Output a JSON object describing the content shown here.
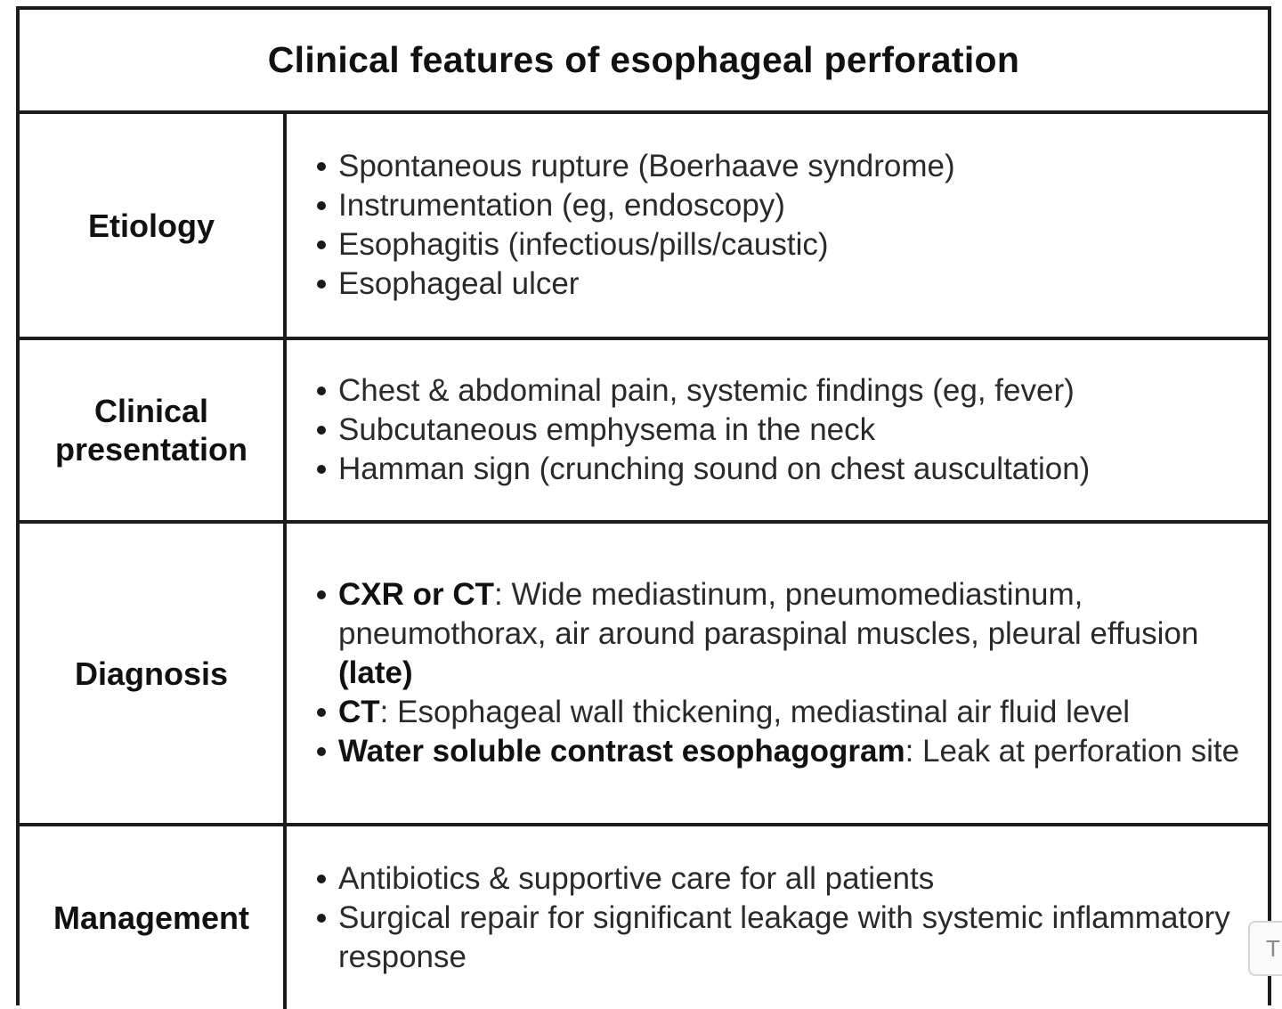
{
  "title": "Clinical features of esophageal perforation",
  "rows": [
    {
      "label": "Etiology",
      "items": [
        {
          "text": "Spontaneous rupture (Boerhaave syndrome)"
        },
        {
          "text": "Instrumentation (eg, endoscopy)"
        },
        {
          "text": "Esophagitis (infectious/pills/caustic)"
        },
        {
          "text": "Esophageal ulcer"
        }
      ]
    },
    {
      "label": "Clinical presentation",
      "items": [
        {
          "text": "Chest & abdominal pain, systemic findings (eg, fever)"
        },
        {
          "text": "Subcutaneous emphysema in the neck"
        },
        {
          "text": "Hamman sign (crunching sound on chest auscultation)"
        }
      ]
    },
    {
      "label": "Diagnosis",
      "items": [
        {
          "bold": "CXR or CT",
          "text": ": Wide mediastinum, pneumomediastinum, pneumothorax, air around paraspinal muscles, pleural effusion ",
          "bold_after": "(late)"
        },
        {
          "bold": "CT",
          "text": ": Esophageal wall thickening, mediastinal air fluid level"
        },
        {
          "bold": "Water soluble contrast esophagogram",
          "text": ": Leak at perforation site"
        }
      ]
    },
    {
      "label": "Management",
      "items": [
        {
          "text": "Antibiotics & supportive care for all patients"
        },
        {
          "text": "Surgical repair for significant leakage with systemic inflammatory response"
        }
      ]
    }
  ],
  "edge_tab": {
    "text": "T"
  }
}
